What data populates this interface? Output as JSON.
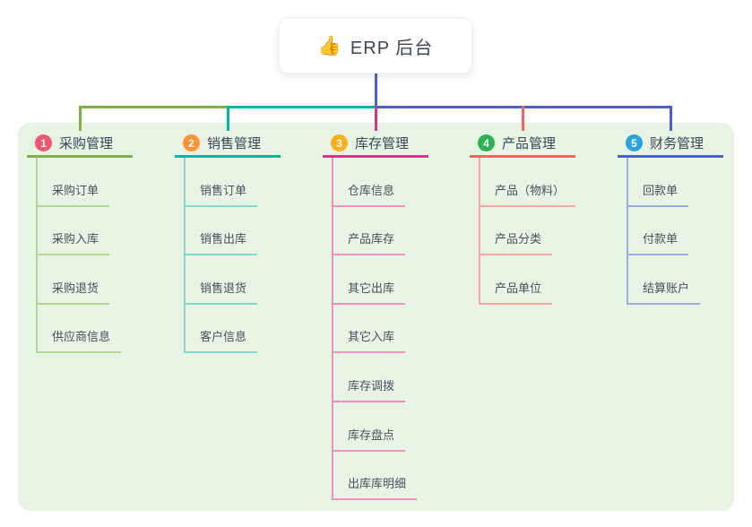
{
  "root": {
    "icon": "👍",
    "label": "ERP 后台"
  },
  "colors": {
    "page_bg": "#ffffff",
    "panel_bg": "#e7f4e4",
    "root_connector": "#4a62c8",
    "root_text": "#3d4757",
    "branch_text": "#3a4656",
    "child_text": "#47515c"
  },
  "branches": [
    {
      "num": "1",
      "label": "采购管理",
      "badge_color": "#f2566e",
      "line_color": "#7cb342",
      "child_line_color": "#b2d88e",
      "children": [
        "采购订单",
        "采购入库",
        "采购退货",
        "供应商信息"
      ]
    },
    {
      "num": "2",
      "label": "销售管理",
      "badge_color": "#ff9333",
      "line_color": "#00b8a9",
      "child_line_color": "#84d8cb",
      "children": [
        "销售订单",
        "销售出库",
        "销售退货",
        "客户信息"
      ]
    },
    {
      "num": "3",
      "label": "库存管理",
      "badge_color": "#fbaf1c",
      "line_color": "#d6368f",
      "child_line_color": "#f291c0",
      "children": [
        "仓库信息",
        "产品库存",
        "其它出库",
        "其它入库",
        "库存调拨",
        "库存盘点",
        "出库库明细"
      ]
    },
    {
      "num": "4",
      "label": "产品管理",
      "badge_color": "#2eb150",
      "line_color": "#f5635d",
      "child_line_color": "#f9a8a5",
      "children": [
        "产品（物料）",
        "产品分类",
        "产品单位"
      ]
    },
    {
      "num": "5",
      "label": "财务管理",
      "badge_color": "#29a3dc",
      "line_color": "#4a62c8",
      "child_line_color": "#9cabe0",
      "children": [
        "回款单",
        "付款单",
        "结算账户"
      ]
    }
  ]
}
